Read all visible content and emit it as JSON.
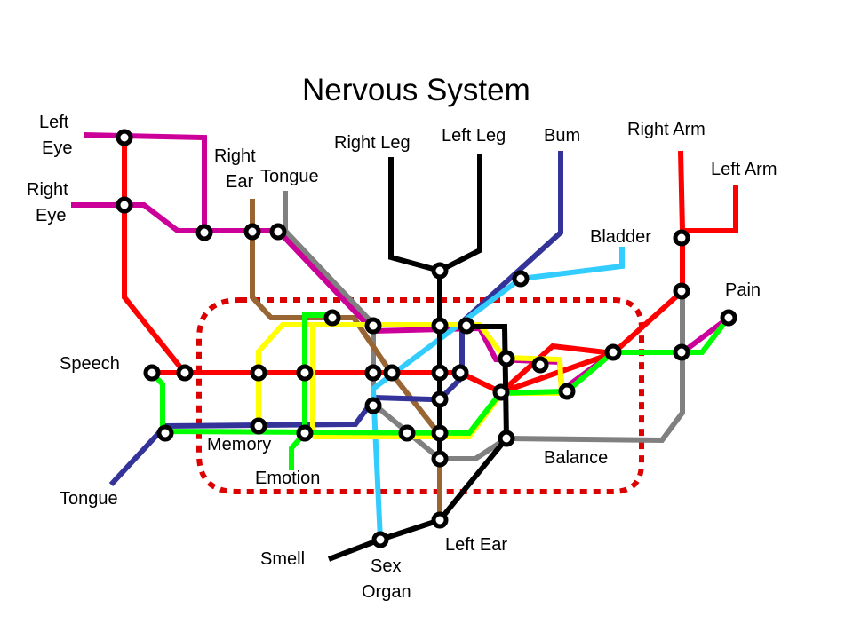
{
  "title": "Nervous System",
  "colors": {
    "red": "#ff0000",
    "magenta": "#cc0099",
    "brown": "#996633",
    "gray": "#808080",
    "black": "#000000",
    "navy": "#333399",
    "cyan": "#33ccff",
    "yellow": "#ffff00",
    "green": "#00ff00",
    "zone": "#dd0000"
  },
  "labels": {
    "left_eye": [
      "Left",
      "Eye"
    ],
    "right_eye": [
      "Right",
      "Eye"
    ],
    "right_ear": [
      "Right",
      "Ear"
    ],
    "tongue_top": "Tongue",
    "right_leg": "Right Leg",
    "left_leg": "Left Leg",
    "bum": "Bum",
    "right_arm": "Right Arm",
    "left_arm": "Left Arm",
    "bladder": "Bladder",
    "pain": "Pain",
    "speech": "Speech",
    "memory": "Memory",
    "emotion": "Emotion",
    "tongue_bottom": "Tongue",
    "balance": "Balance",
    "smell": "Smell",
    "sex_organ": [
      "Sex",
      "Organ"
    ],
    "left_ear": "Left Ear"
  }
}
